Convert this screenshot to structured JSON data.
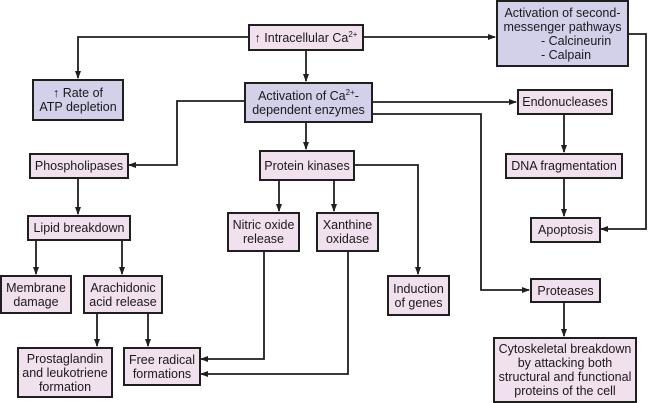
{
  "diagram": {
    "colors": {
      "primary_fill": "#d3d0ea",
      "secondary_fill": "#f1e1ee",
      "border": "#1f1f1f",
      "connector": "#1f1f1f"
    },
    "nodes": {
      "intracellular_ca": {
        "arrow": "↑",
        "text": "Intracellular Ca",
        "sup": "2+"
      },
      "second_messenger": {
        "line1": "Activation of second-",
        "line2": "messenger pathways",
        "items": [
          "- Calcineurin",
          "- Calpain"
        ]
      },
      "atp_depletion": {
        "line1": "↑ Rate of",
        "line2": "ATP depletion"
      },
      "ca_dependent_enzymes": {
        "line1_pre": "Activation of Ca",
        "sup": "2+",
        "line1_post": "-",
        "line2": "dependent enzymes"
      },
      "endonucleases": {
        "text": "Endonucleases"
      },
      "phospholipases": {
        "text": "Phospholipases"
      },
      "protein_kinases": {
        "text": "Protein kinases"
      },
      "dna_fragmentation": {
        "text": "DNA fragmentation"
      },
      "lipid_breakdown": {
        "text": "Lipid breakdown"
      },
      "nitric_oxide_release": {
        "line1": "Nitric oxide",
        "line2": "release"
      },
      "xanthine_oxidase": {
        "line1": "Xanthine",
        "line2": "oxidase"
      },
      "apoptosis": {
        "text": "Apoptosis"
      },
      "membrane_damage": {
        "line1": "Membrane",
        "line2": "damage"
      },
      "arachidonic_acid_release": {
        "line1": "Arachidonic",
        "line2": "acid release"
      },
      "induction_of_genes": {
        "line1": "Induction",
        "line2": "of genes"
      },
      "proteases": {
        "text": "Proteases"
      },
      "prostaglandin": {
        "line1": "Prostaglandin",
        "line2": "and leukotriene",
        "line3": "formation"
      },
      "free_radical": {
        "line1": "Free radical",
        "line2": "formations"
      },
      "cytoskeletal_breakdown": {
        "line1": "Cytoskeletal breakdown",
        "line2": "by attacking both",
        "line3": "structural and functional",
        "line4": "proteins of the cell"
      }
    },
    "edges": [
      [
        "intracellular_ca",
        "atp_depletion"
      ],
      [
        "intracellular_ca",
        "ca_dependent_enzymes"
      ],
      [
        "intracellular_ca",
        "second_messenger"
      ],
      [
        "ca_dependent_enzymes",
        "phospholipases"
      ],
      [
        "ca_dependent_enzymes",
        "protein_kinases"
      ],
      [
        "ca_dependent_enzymes",
        "endonucleases"
      ],
      [
        "ca_dependent_enzymes",
        "proteases"
      ],
      [
        "second_messenger",
        "apoptosis"
      ],
      [
        "endonucleases",
        "dna_fragmentation"
      ],
      [
        "dna_fragmentation",
        "apoptosis"
      ],
      [
        "phospholipases",
        "lipid_breakdown"
      ],
      [
        "lipid_breakdown",
        "membrane_damage"
      ],
      [
        "lipid_breakdown",
        "arachidonic_acid_release"
      ],
      [
        "arachidonic_acid_release",
        "prostaglandin"
      ],
      [
        "arachidonic_acid_release",
        "free_radical"
      ],
      [
        "protein_kinases",
        "nitric_oxide_release"
      ],
      [
        "protein_kinases",
        "xanthine_oxidase"
      ],
      [
        "protein_kinases",
        "induction_of_genes"
      ],
      [
        "nitric_oxide_release",
        "free_radical"
      ],
      [
        "xanthine_oxidase",
        "free_radical"
      ],
      [
        "proteases",
        "cytoskeletal_breakdown"
      ]
    ]
  }
}
